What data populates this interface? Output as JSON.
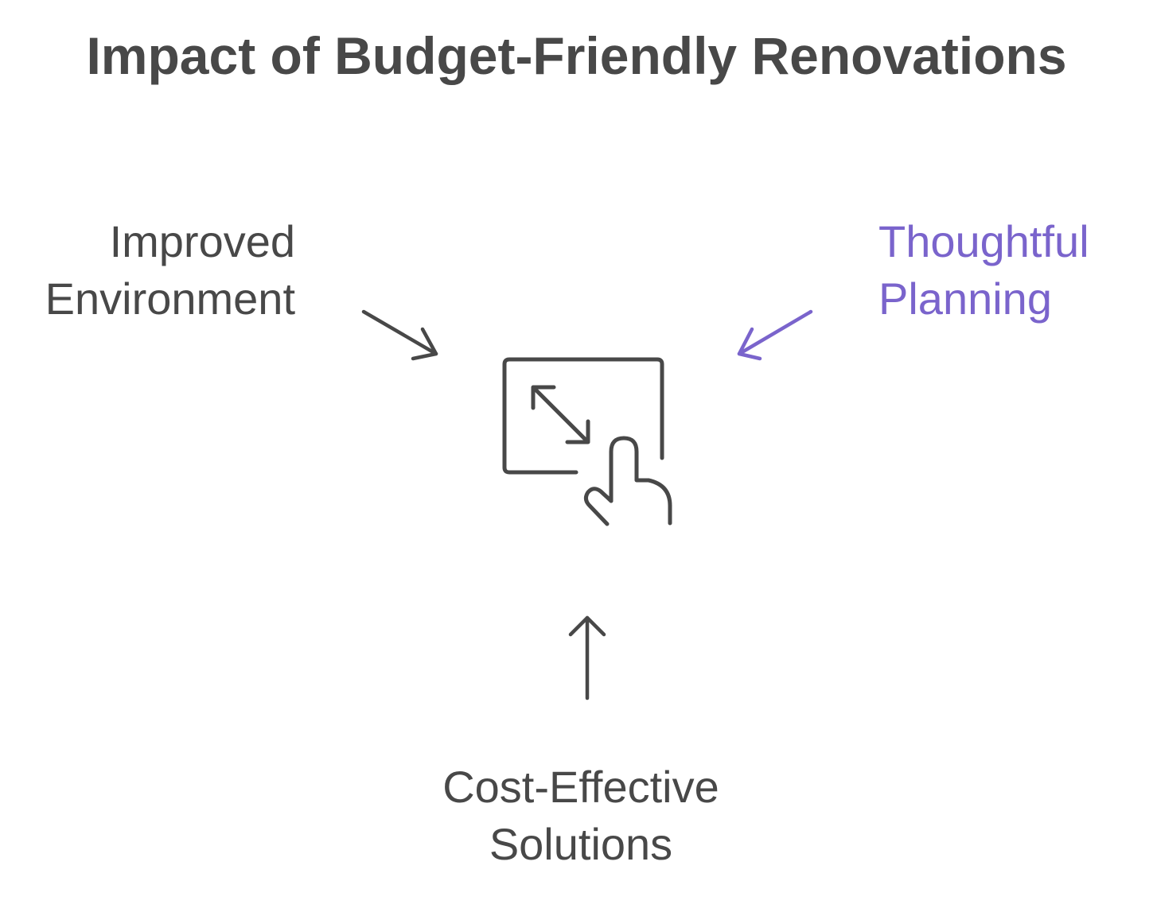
{
  "title": "Impact of Budget-Friendly Renovations",
  "center_icon": "touch-resize-icon",
  "factors": {
    "left": {
      "line1": "Improved",
      "line2": "Environment"
    },
    "right": {
      "line1": "Thoughtful",
      "line2": "Planning"
    },
    "bottom": {
      "line1": "Cost-Effective",
      "line2": "Solutions"
    }
  },
  "colors": {
    "text": "#484848",
    "accent": "#7a64cc",
    "background": "#ffffff"
  }
}
